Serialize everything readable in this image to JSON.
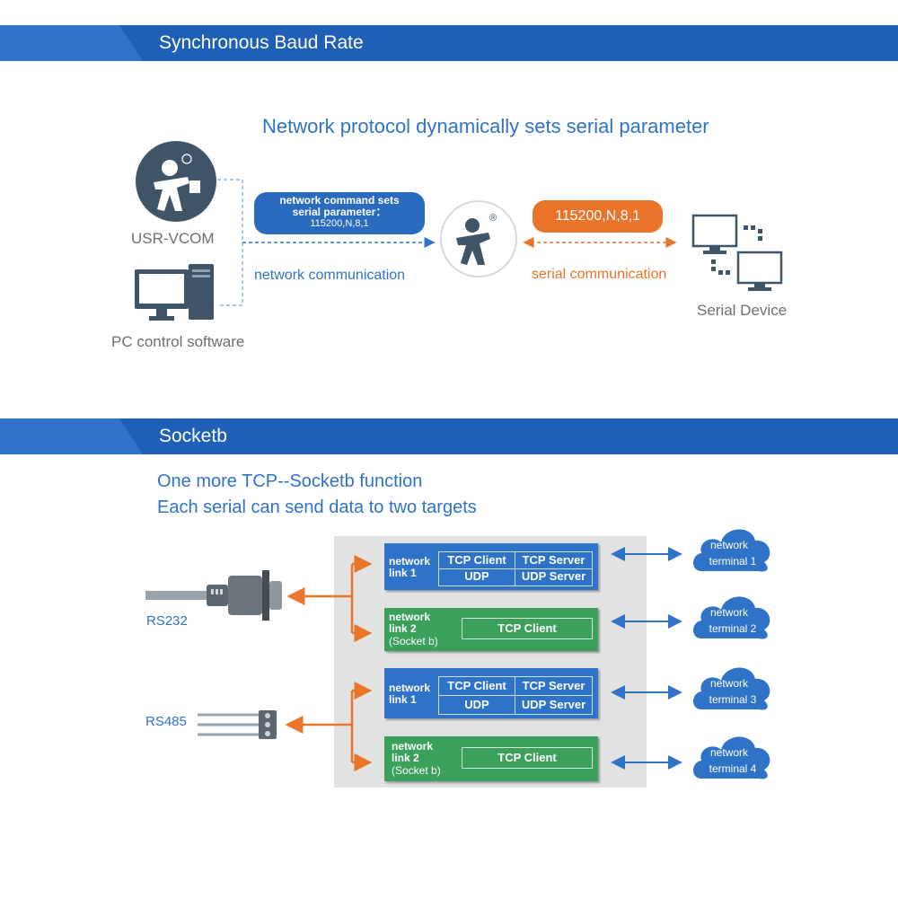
{
  "section1": {
    "title": "Synchronous Baud Rate",
    "subtitle": "Network protocol dynamically sets serial parameter",
    "usr_vcom_label": "USR-VCOM",
    "pc_label": "PC control software",
    "command_pill_line1": "network command sets",
    "command_pill_line2": "serial parameter：",
    "command_pill_line3": "115200,N,8,1",
    "network_comm_label": "network communication",
    "serial_value": "115200,N,8,1",
    "serial_comm_label": "serial communication",
    "serial_device_label": "Serial Device",
    "registered_mark": "®"
  },
  "section2": {
    "title": "Socketb",
    "line1": "One more TCP--Socketb function",
    "line2": "Each serial can send data to two targets",
    "rs232_label": "RS232",
    "rs485_label": "RS485",
    "blocks": [
      {
        "l1": "network",
        "l2": "link 1",
        "c1": "TCP Client",
        "c2": "TCP Server",
        "c3": "UDP",
        "c4": "UDP Server"
      },
      {
        "l1": "network",
        "l2": "link 2",
        "l3": "(Socket b)",
        "c1": "TCP Client"
      },
      {
        "l1": "network",
        "l2": "link 1",
        "c1": "TCP Client",
        "c2": "TCP Server",
        "c3": "UDP",
        "c4": "UDP Server"
      },
      {
        "l1": "network",
        "l2": "link 2",
        "l3": "(Socket b)",
        "c1": "TCP Client"
      }
    ],
    "terminals": [
      {
        "l1": "network",
        "l2": "terminal 1"
      },
      {
        "l1": "network",
        "l2": "terminal 2"
      },
      {
        "l1": "network",
        "l2": "terminal 3"
      },
      {
        "l1": "network",
        "l2": "terminal 4"
      }
    ]
  },
  "colors": {
    "banner": "#2f73c9",
    "banner_dark": "#1f5fb5",
    "blue_block": "#2f73c9",
    "green_block": "#3aa05c",
    "orange": "#e9742a",
    "cloud": "#2f73c9",
    "panel": "#e2e2e2",
    "icon_dark": "#3f5466"
  },
  "icons": {
    "usr_logo": "usr-person-logo-icon",
    "pc": "desktop-pc-icon",
    "serial_device": "monitor-pair-icon",
    "rs232": "db9-connector-icon",
    "rs485": "terminal-block-connector-icon",
    "cloud": "cloud-icon"
  }
}
